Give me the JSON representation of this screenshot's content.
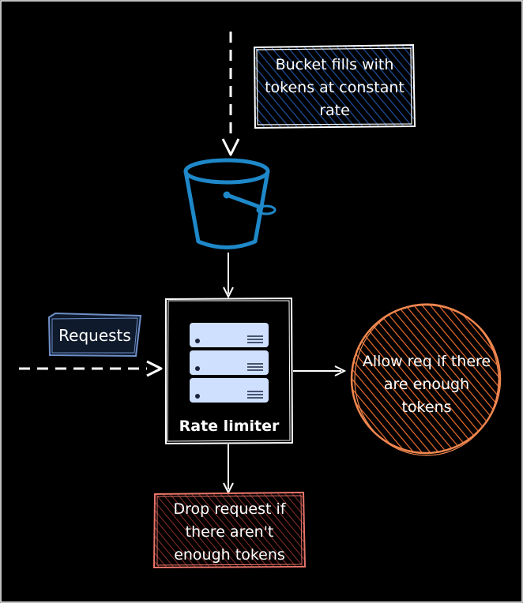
{
  "nodes": {
    "fill_note": {
      "text": "Bucket fills with\ntokens at constant\nrate",
      "color": "#1e4f9c"
    },
    "bucket": {
      "icon": "bucket-icon",
      "color": "#1e88c9"
    },
    "requests": {
      "text": "Requests",
      "color": "#6f8fc8"
    },
    "rate_limiter": {
      "text": "Rate limiter",
      "icon": "server-rack-icon",
      "color": "#cfe0ff"
    },
    "allow": {
      "text": "Allow req if there\nare enough\ntokens",
      "color": "#f0874f"
    },
    "drop": {
      "text": "Drop request if\nthere aren't\nenough tokens",
      "color": "#e8746a"
    }
  },
  "colors": {
    "background": "#000000",
    "edge": "#ffffff"
  }
}
